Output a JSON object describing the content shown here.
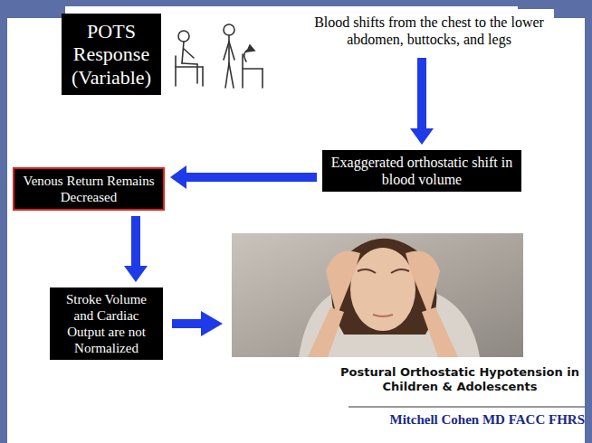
{
  "diagram": {
    "nodes": [
      {
        "text": [
          "POTS Response (Variable)"
        ]
      },
      {
        "text": [
          "Blood shifts from the chest to the lower abdomen, buttocks, and legs"
        ]
      },
      {
        "text": [
          "Exaggerated orthostatic shift in blood volume"
        ]
      },
      {
        "text": [
          "Venous Return Remains Decreased"
        ]
      },
      {
        "text": [
          "Stroke Volume and Cardiac Output are not Normalized"
        ]
      }
    ],
    "edges": [
      {
        "from": 1,
        "to": 2,
        "arrow": "to"
      },
      {
        "from": 2,
        "to": 3,
        "arrow": "to"
      },
      {
        "from": 3,
        "to": 4,
        "arrow": "to"
      }
    ],
    "labels": [
      "Postural Orthostatic Hypotension in Children & Adolescents",
      "Mitchell Cohen MD FACC FHRS"
    ]
  }
}
